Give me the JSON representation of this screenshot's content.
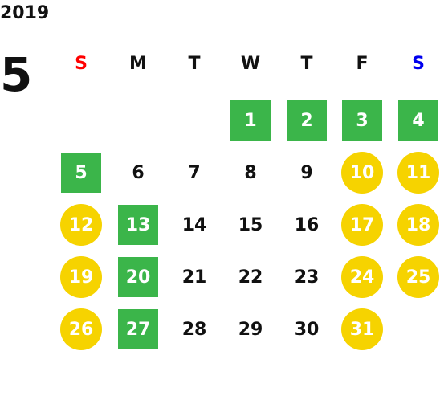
{
  "header": {
    "year": "2019",
    "month": "5"
  },
  "colors": {
    "holiday_green": "#3bb54a",
    "weekend_yellow": "#f6d300",
    "sunday_label": "#ff0000",
    "saturday_label": "#0000ee",
    "text": "#111111"
  },
  "weekdays": [
    {
      "label": "S",
      "color": "#ff0000"
    },
    {
      "label": "M",
      "color": "#111111"
    },
    {
      "label": "T",
      "color": "#111111"
    },
    {
      "label": "W",
      "color": "#111111"
    },
    {
      "label": "T",
      "color": "#111111"
    },
    {
      "label": "F",
      "color": "#111111"
    },
    {
      "label": "S",
      "color": "#0000ee"
    }
  ],
  "weeks": [
    [
      null,
      null,
      null,
      {
        "day": "1",
        "style": "green"
      },
      {
        "day": "2",
        "style": "green"
      },
      {
        "day": "3",
        "style": "green"
      },
      {
        "day": "4",
        "style": "green"
      }
    ],
    [
      {
        "day": "5",
        "style": "green"
      },
      {
        "day": "6",
        "style": "plain"
      },
      {
        "day": "7",
        "style": "plain"
      },
      {
        "day": "8",
        "style": "plain"
      },
      {
        "day": "9",
        "style": "plain"
      },
      {
        "day": "10",
        "style": "yellow"
      },
      {
        "day": "11",
        "style": "yellow"
      }
    ],
    [
      {
        "day": "12",
        "style": "yellow"
      },
      {
        "day": "13",
        "style": "green"
      },
      {
        "day": "14",
        "style": "plain"
      },
      {
        "day": "15",
        "style": "plain"
      },
      {
        "day": "16",
        "style": "plain"
      },
      {
        "day": "17",
        "style": "yellow"
      },
      {
        "day": "18",
        "style": "yellow"
      }
    ],
    [
      {
        "day": "19",
        "style": "yellow"
      },
      {
        "day": "20",
        "style": "green"
      },
      {
        "day": "21",
        "style": "plain"
      },
      {
        "day": "22",
        "style": "plain"
      },
      {
        "day": "23",
        "style": "plain"
      },
      {
        "day": "24",
        "style": "yellow"
      },
      {
        "day": "25",
        "style": "yellow"
      }
    ],
    [
      {
        "day": "26",
        "style": "yellow"
      },
      {
        "day": "27",
        "style": "green"
      },
      {
        "day": "28",
        "style": "plain"
      },
      {
        "day": "29",
        "style": "plain"
      },
      {
        "day": "30",
        "style": "plain"
      },
      {
        "day": "31",
        "style": "yellow"
      },
      null
    ]
  ]
}
